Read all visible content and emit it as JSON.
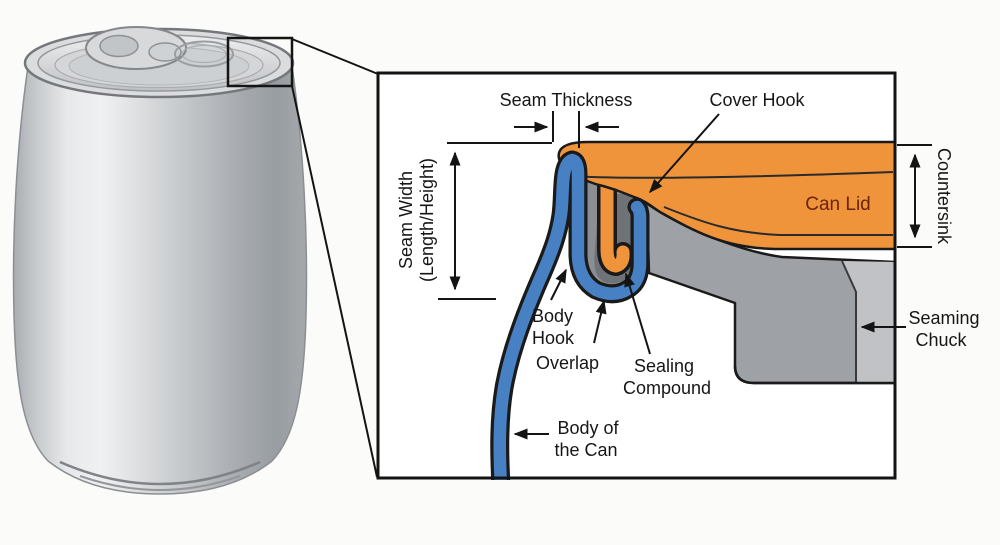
{
  "figure": {
    "labels": {
      "seam_thickness": "Seam Thickness",
      "cover_hook": "Cover Hook",
      "seam_width_line1": "Seam Width",
      "seam_width_line2": "(Length/Height)",
      "can_lid": "Can Lid",
      "countersink": "Countersink",
      "body_hook_line1": "Body",
      "body_hook_line2": "Hook",
      "overlap": "Overlap",
      "sealing_compound_line1": "Sealing",
      "sealing_compound_line2": "Compound",
      "body_of_can_line1": "Body of",
      "body_of_can_line2": "the Can",
      "seaming_chuck_line1": "Seaming",
      "seaming_chuck_line2": "Chuck"
    },
    "colors": {
      "lid_orange": "#F0943C",
      "body_blue": "#4781C3",
      "chuck_gray": "#9EA1A5",
      "chuck_gray_light": "#C0C2C5",
      "sealing_compound_gray": "#6F7276",
      "seam_interior_gray": "#8B8E92",
      "outline_black": "#1A1A1A",
      "can_lid_text_color": "#6B2409",
      "label_text_color": "#161616",
      "can_silver": "#C9CCCE"
    }
  }
}
